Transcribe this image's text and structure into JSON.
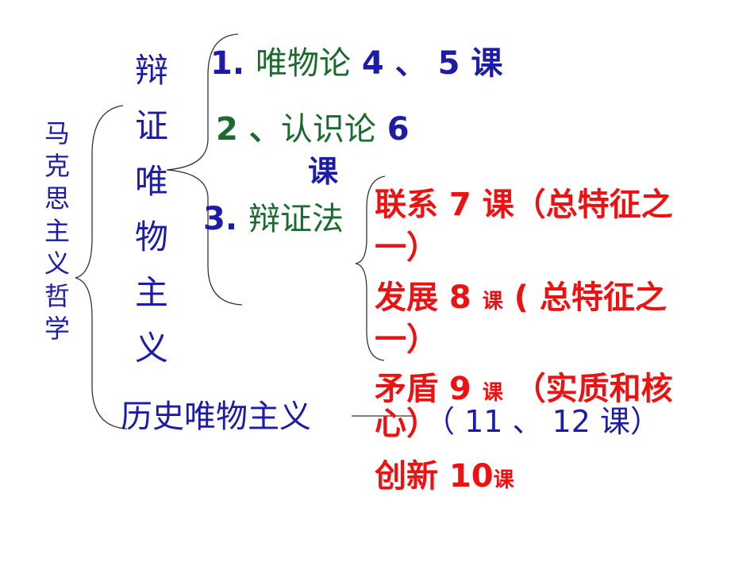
{
  "root": {
    "chars": [
      "马",
      "克",
      "思",
      "主",
      "义",
      "哲",
      "学"
    ]
  },
  "dialectical": {
    "chars": [
      "辩",
      "证",
      "唯",
      "物",
      "主",
      "义"
    ]
  },
  "historical": {
    "label": "历史唯物主义",
    "note": "（ 11 、 12 课）"
  },
  "parts": {
    "p1": {
      "num": "1.",
      "name": "唯物论",
      "lessons": "4 、 5 课"
    },
    "p2": {
      "num": "2 、",
      "name": "认识论",
      "lessons": "6",
      "suffix": "课"
    },
    "p3": {
      "num": "3.",
      "name": "辩证法"
    }
  },
  "features": {
    "f1": {
      "line1": "联系 7 课（总特征之",
      "line2": "一）"
    },
    "f2": {
      "name": "发展 8",
      "ke": "课",
      "rest": "( 总特征之",
      "line2": "一）"
    },
    "f3": {
      "name": "矛盾 9",
      "ke": "课",
      "rest": "（实质和核",
      "line2": "心）"
    },
    "f4": {
      "name": "创新 10",
      "ke": "课"
    }
  },
  "colors": {
    "blue": "#1c1ca8",
    "green": "#1a6b2e",
    "red": "#ee1111",
    "line": "#333333"
  }
}
